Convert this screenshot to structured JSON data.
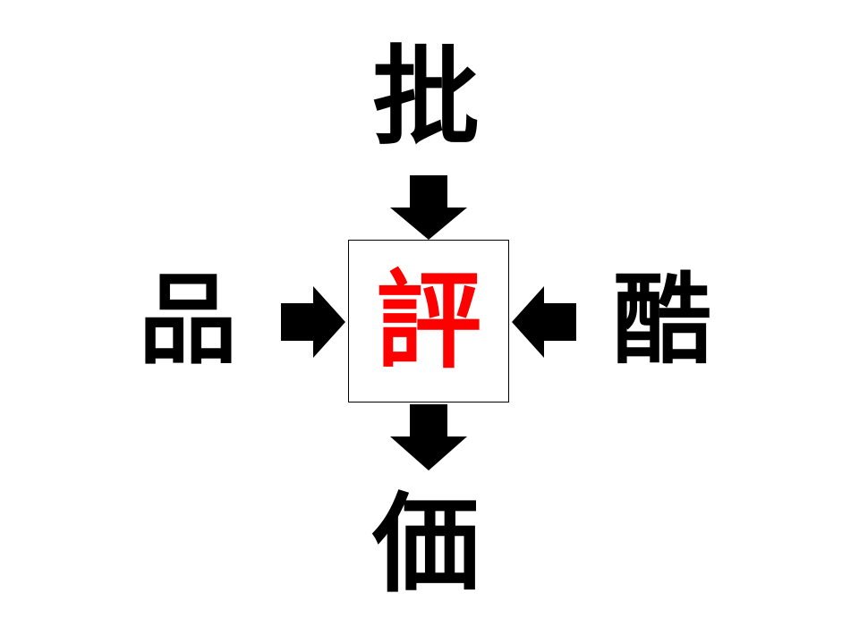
{
  "puzzle": {
    "top_char": "批",
    "bottom_char": "価",
    "left_char": "品",
    "right_char": "酷",
    "answer_char": "評"
  },
  "colors": {
    "text": "#000000",
    "answer": "#ff0000",
    "arrow": "#000000",
    "box_border": "#000000"
  }
}
